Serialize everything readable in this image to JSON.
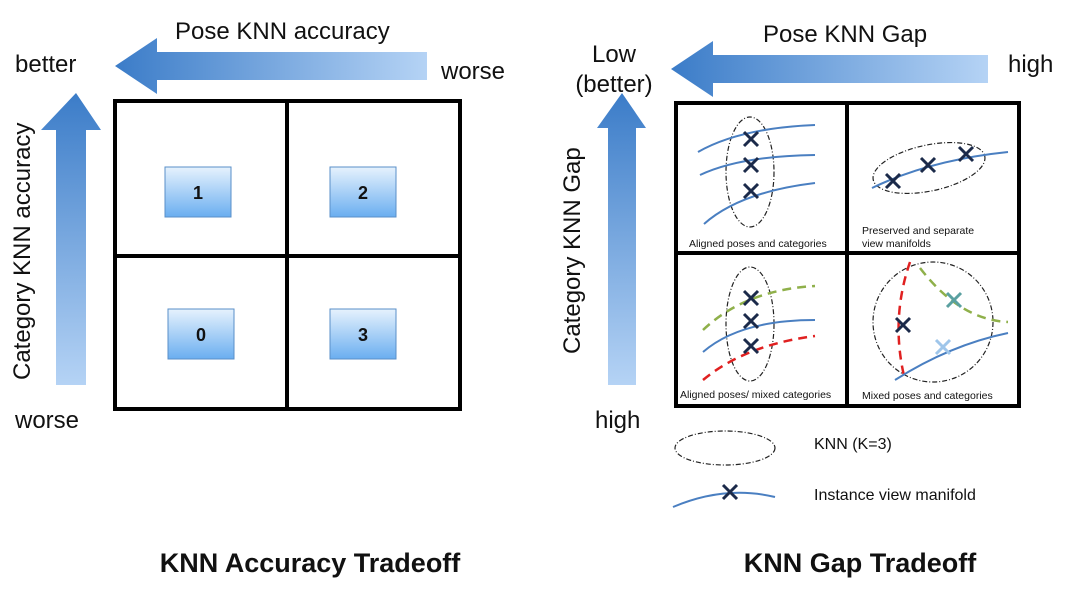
{
  "left": {
    "top_label": "Pose KNN accuracy",
    "top_left": "better",
    "top_right": "worse",
    "side_label": "Category KNN accuracy",
    "bottom_left": "worse",
    "quadrants": [
      "1",
      "2",
      "0",
      "3"
    ],
    "caption": "KNN Accuracy Tradeoff"
  },
  "right": {
    "top_label": "Pose KNN Gap",
    "top_left_line1": "Low",
    "top_left_line2": "(better)",
    "top_right": "high",
    "side_label": "Category KNN Gap",
    "bottom_left": "high",
    "cells": {
      "top_left": "Aligned poses and categories",
      "top_right_line1": "Preserved and separate",
      "top_right_line2": "view manifolds",
      "bottom_left": "Aligned poses/ mixed categories",
      "bottom_right": "Mixed poses and categories"
    },
    "legend": {
      "knn": "KNN (K=3)",
      "manifold": "Instance view manifold"
    },
    "caption": "KNN Gap Tradeoff"
  },
  "colors": {
    "arrow_dark": "#3b7cc8",
    "arrow_light": "#b5d3f5",
    "box_dark": "#6aaef0",
    "box_light": "#e6f2fd",
    "curve_blue": "#4a7fc1",
    "curve_green": "#8fb04a",
    "curve_red": "#e02020",
    "cross_dark": "#1b2a4a",
    "cross_teal": "#5aa0a0",
    "cross_light": "#9fc6ea"
  }
}
